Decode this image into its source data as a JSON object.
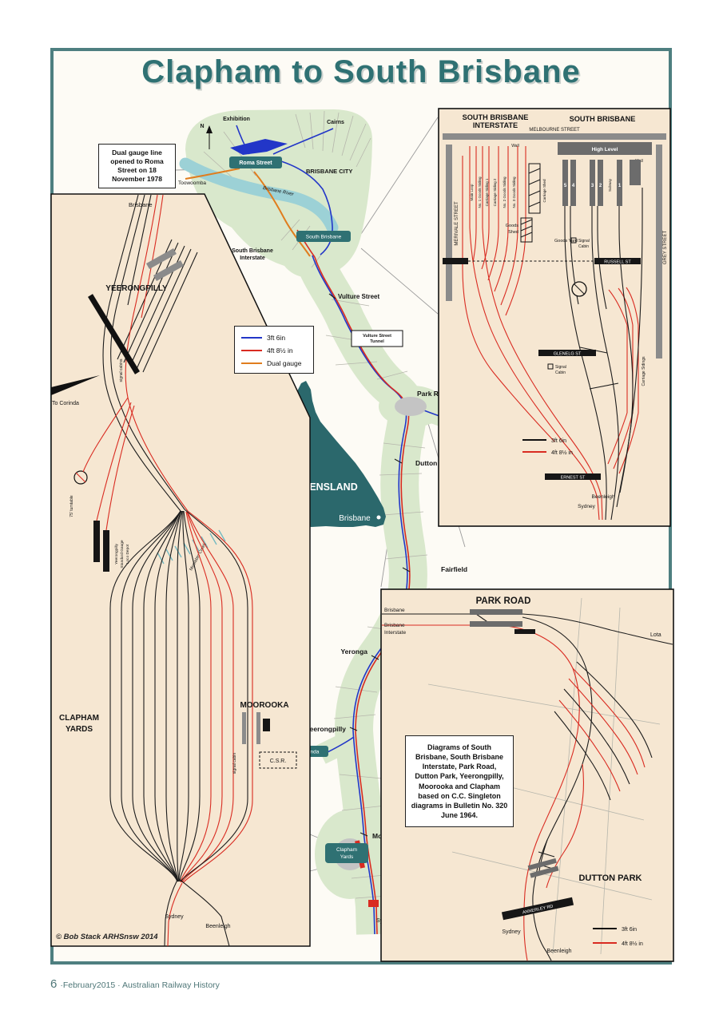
{
  "page": {
    "title": "Clapham to South Brisbane",
    "page_number": "6",
    "footer_text": "·February2015 · Australian Railway History",
    "copyright": "© Bob Stack ARHSnsw 2014"
  },
  "legend_main": {
    "ng_label": "3ft 6in",
    "sg_label": "4ft 8½ in",
    "dual_label": "Dual gauge",
    "ng_color": "#2236c8",
    "sg_color": "#d92b21",
    "dual_color": "#e07d1e"
  },
  "callout": {
    "text": "Dual gauge line opened to Roma Street on 18 November 1978"
  },
  "note": {
    "text": "Diagrams of South Brisbane, South Brisbane Interstate, Park Road, Dutton Park, Yeerongpilly, Moorooka and Clapham based on C.C. Singleton diagrams in Bulletin No. 320 June 1964."
  },
  "city_map": {
    "exhibition": "Exhibition",
    "cairns": "Cairns",
    "north": "N",
    "roma_street": "Roma Street",
    "brisbane_city": "BRISBANE CITY",
    "toowoomba": "Toowoomba",
    "brisbane_river": "Brisbane River",
    "south_brisbane": "South Brisbane",
    "sb_interstate_1": "South Brisbane",
    "sb_interstate_2": "Interstate"
  },
  "qld": {
    "state": "QUEENSLAND",
    "capital": "Brisbane"
  },
  "route": {
    "vulture_street": "Vulture Street",
    "tunnel_1": "Vulture Street",
    "tunnel_2": "Tunnel",
    "park_road": "Park Road",
    "lota": "Lota",
    "dutton_park": "Dutton Park",
    "fairfield": "Fairfield",
    "yeronga": "Yeronga",
    "yeerongpilly": "Yeerongpilly",
    "corinda": "Corinda",
    "moorooka": "Moorooka",
    "clapham_1": "Clapham",
    "clapham_2": "Yards",
    "beenleigh": "Beenleigh",
    "sydney": "Sydney"
  },
  "left_panel": {
    "brisbane": "Brisbane",
    "yeerongpilly": "YEERONGPILLY",
    "signal_cabins": "signal cabins",
    "to_corinda": "To Corinda",
    "turntable": "75' turntable",
    "loco_depot_1": "Yeerongpilly",
    "loco_depot_2": "Standard Gauge",
    "loco_depot_3": "Loco Depot",
    "moolabin_creek": "Moolabin Creek",
    "clapham_1": "CLAPHAM",
    "clapham_2": "YARDS",
    "moorooka": "MOOROOKA",
    "signal_cabin": "signal cabin",
    "csr": "C.S.R.",
    "sydney": "Sydney",
    "beenleigh": "Beenleigh"
  },
  "sb_panel": {
    "title_1": "SOUTH BRISBANE",
    "title_2": "INTERSTATE",
    "title_right": "SOUTH BRISBANE",
    "melbourne_street": "MELBOURNE STREET",
    "merivale_street": "MERIVALE STREET",
    "grey_street": "GREY STREET",
    "russell_st": "RUSSELL ST",
    "glenelg_st": "GLENELG ST",
    "ernest_st": "ERNEST ST",
    "high_level": "High Level",
    "wall_left": "Wall",
    "wall_right": "Wall",
    "subway": "Subway",
    "p5": "5",
    "p4": "4",
    "p3": "3",
    "p2": "2",
    "p1": "1",
    "main_loop": "Main Loop",
    "no1_goods_siding": "No. 1 Goods Siding",
    "carriage_siding_1": "Carriage Siding 1",
    "carriage_siding_2": "Carriage Siding 2",
    "no2_goods_siding": "No. 2 Goods Siding",
    "no3_goods_siding": "No. 3 Goods Siding",
    "carriage_shed": "Carriage Shed",
    "goods_shed_1": "Goods",
    "goods_shed_2": "Shed",
    "goods_yard": "Goods Yard",
    "signal_1": "Signal",
    "cabin_1": "Cabin",
    "signal_2": "Signal",
    "cabin_2": "Cabin",
    "carriage_sidings": "Carriage Sidings",
    "legend_ng": "3ft 6in",
    "legend_sg": "4ft 8½ in",
    "beenleigh": "Beenleigh",
    "sydney": "Sydney"
  },
  "pr_panel": {
    "title": "PARK ROAD",
    "brisbane": "Brisbane",
    "brisbane_2": "Brisbane",
    "interstate": "Interstate",
    "lota": "Lota",
    "dutton_park": "DUTTON PARK",
    "annerley_rd": "ANNERLEY RD",
    "sydney": "Sydney",
    "beenleigh": "Beenleigh",
    "legend_ng": "3ft 6in",
    "legend_sg": "4ft 8½ in"
  }
}
